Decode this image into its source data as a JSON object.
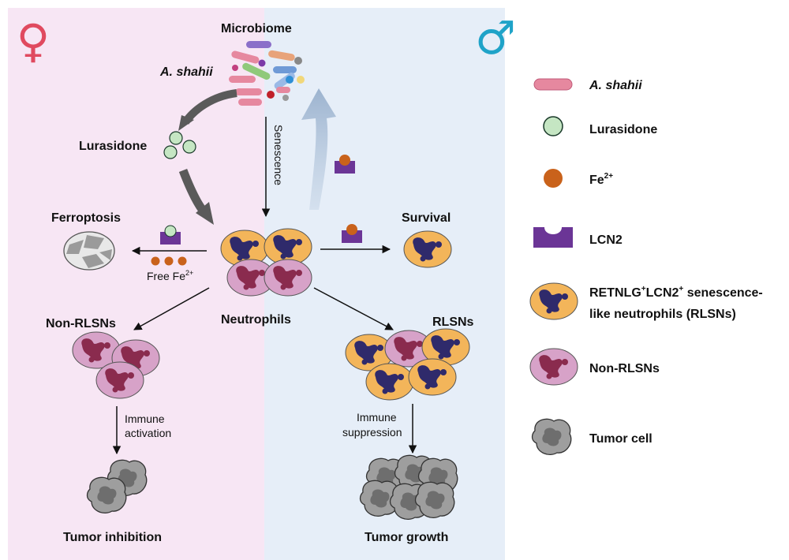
{
  "symbols": {
    "female": "♀",
    "male": "♂"
  },
  "labels": {
    "microbiome": "Microbiome",
    "a_shahii": "A. shahii",
    "lurasidone": "Lurasidone",
    "senescence": "Senescence",
    "ferroptosis": "Ferroptosis",
    "survival": "Survival",
    "free_fe": "Free Fe",
    "free_fe_sup": "2+",
    "neutrophils": "Neutrophils",
    "non_rlsns": "Non-RLSNs",
    "rlsns": "RLSNs",
    "immune_activation_1": "Immune",
    "immune_activation_2": "activation",
    "immune_suppression_1": "Immune",
    "immune_suppression_2": "suppression",
    "tumor_inhibition": "Tumor inhibition",
    "tumor_growth": "Tumor growth"
  },
  "legend": {
    "a_shahii": "A. shahii",
    "lurasidone": "Lurasidone",
    "fe": "Fe",
    "fe_sup": "2+",
    "lcn2": "LCN2",
    "rlsn_line1_a": "RETNLG",
    "rlsn_line1_sup1": "+",
    "rlsn_line1_b": "LCN2",
    "rlsn_line1_sup2": "+",
    "rlsn_line1_c": " senescence-",
    "rlsn_line2": "like neutrophils (RLSNs)",
    "non_rlsns": "Non-RLSNs",
    "tumor_cell": "Tumor cell"
  },
  "colors": {
    "female_bg": "#f7e6f4",
    "male_bg": "#e6eef8",
    "female_symbol": "#e04a5f",
    "male_symbol": "#1fa3c8",
    "rlsn_cell": "#f3b55a",
    "rlsn_nucleus": "#2f2a6b",
    "non_rlsn_cell": "#d7a2c8",
    "non_rlsn_nucleus": "#8a2b4e",
    "lcn2": "#6b3596",
    "fe": "#c9621b",
    "lurasidone": "#c5e6c3",
    "a_shahii": "#e6889f",
    "tumor": "#9e9e9e",
    "tumor_nucleus": "#6e6e6e"
  }
}
